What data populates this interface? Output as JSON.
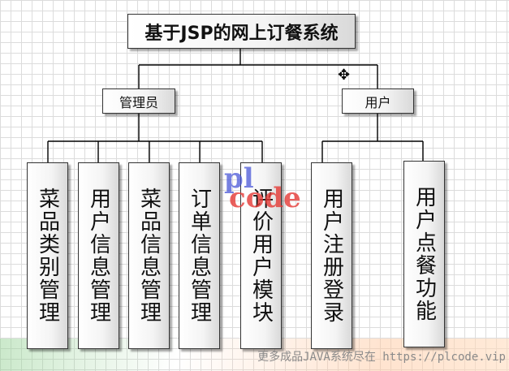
{
  "diagram": {
    "root": "基于JSP的网上订餐系统",
    "branches": [
      {
        "label": "管理员",
        "children": [
          "菜品类别管理",
          "用户信息管理",
          "菜品信息管理",
          "订单信息管理",
          "评价用户模块"
        ]
      },
      {
        "label": "用户",
        "children": [
          "用户注册登录",
          "用户点餐功能"
        ]
      }
    ]
  },
  "watermark": {
    "pl": "pl",
    "code": "code"
  },
  "footer": {
    "text": "更多成品JAVA系统尽在 https://plcode.vip"
  }
}
